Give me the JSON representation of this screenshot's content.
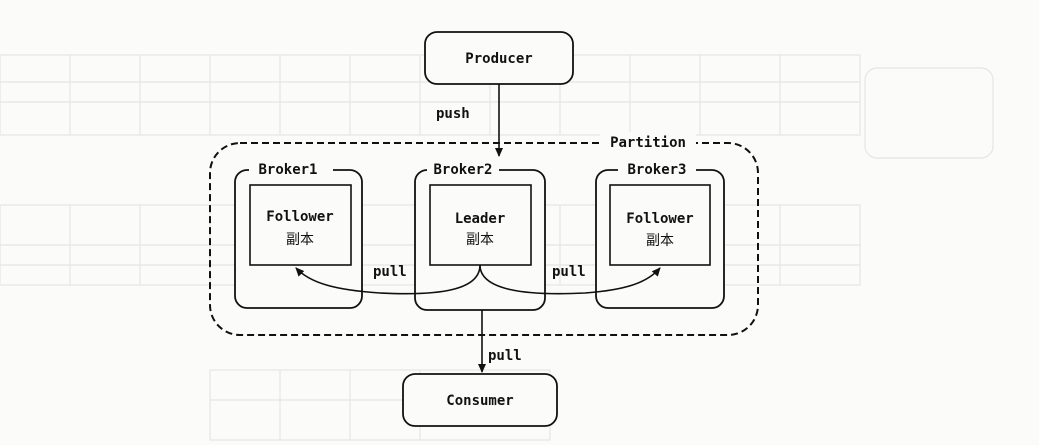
{
  "producer": {
    "label": "Producer"
  },
  "consumer": {
    "label": "Consumer"
  },
  "partition": {
    "label": "Partition"
  },
  "edges": {
    "push": "push",
    "pull_left": "pull",
    "pull_right": "pull",
    "pull_consumer": "pull"
  },
  "brokers": [
    {
      "name": "Broker1",
      "role": "Follower",
      "role_cn": "副本"
    },
    {
      "name": "Broker2",
      "role": "Leader",
      "role_cn": "副本"
    },
    {
      "name": "Broker3",
      "role": "Follower",
      "role_cn": "副本"
    }
  ],
  "colors": {
    "stroke": "#111111",
    "background": "#fbfbfa",
    "ghost": "#cccccc"
  }
}
